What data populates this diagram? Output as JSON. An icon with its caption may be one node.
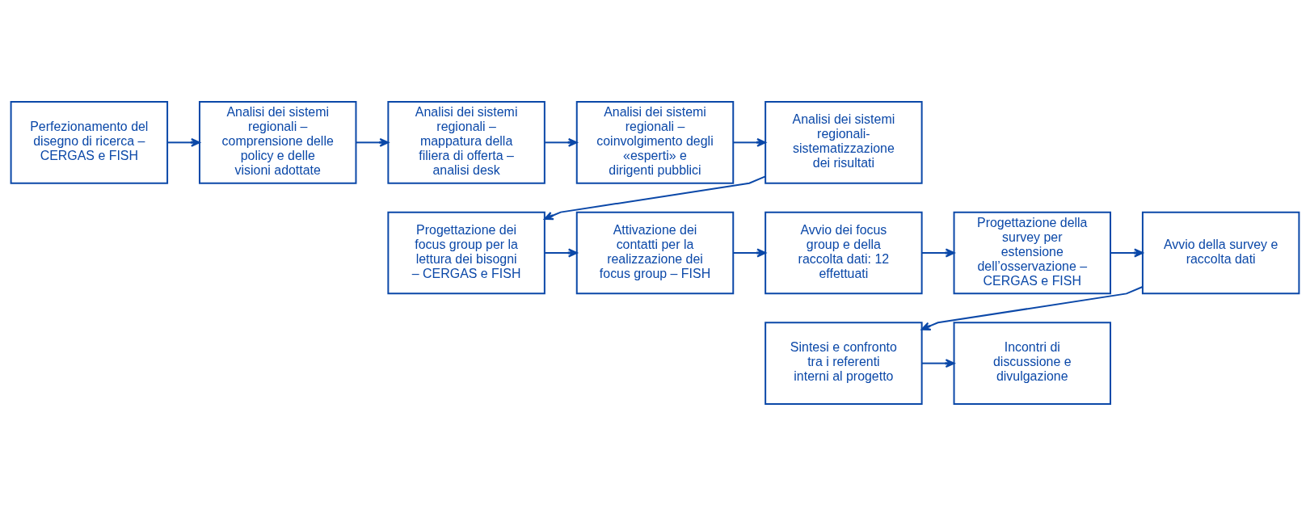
{
  "diagram": {
    "nodes": [
      {
        "text": [
          "Perfezionamento del disegno di ricerca – CERGAS e FISH"
        ]
      },
      {
        "text": [
          "Analisi dei sistemi regionali – comprensione delle policy e delle visioni adottate"
        ]
      },
      {
        "text": [
          "Analisi dei sistemi regionali – mappatura della filiera di offerta – analisi desk"
        ]
      },
      {
        "text": [
          "Analisi dei sistemi regionali – coinvolgimento degli «esperti» e dirigenti pubblici"
        ]
      },
      {
        "text": [
          "Analisi dei sistemi regionali-sistematizzazione dei risultati"
        ]
      },
      {
        "text": [
          "Progettazione dei focus group per la lettura dei bisogni – CERGAS e FISH"
        ]
      },
      {
        "text": [
          "Attivazione dei contatti per la realizzazione dei focus group – FISH"
        ]
      },
      {
        "text": [
          "Avvio dei focus group e della raccolta dati: 12 effettuati"
        ]
      },
      {
        "text": [
          "Progettazione della survey per estensione dell’osservazione – CERGAS e FISH"
        ]
      },
      {
        "text": [
          "Avvio della survey e raccolta dati"
        ]
      },
      {
        "text": [
          "Sintesi e confronto tra i referenti interni al progetto"
        ]
      },
      {
        "text": [
          "Incontri di discussione e divulgazione"
        ]
      }
    ],
    "edges": [
      {
        "from": 0,
        "to": 1,
        "arrow": "to"
      },
      {
        "from": 1,
        "to": 2,
        "arrow": "to"
      },
      {
        "from": 2,
        "to": 3,
        "arrow": "to"
      },
      {
        "from": 3,
        "to": 4,
        "arrow": "to"
      },
      {
        "from": 4,
        "to": 5,
        "arrow": "to"
      },
      {
        "from": 5,
        "to": 6,
        "arrow": "to"
      },
      {
        "from": 6,
        "to": 7,
        "arrow": "to"
      },
      {
        "from": 7,
        "to": 8,
        "arrow": "to"
      },
      {
        "from": 8,
        "to": 9,
        "arrow": "to"
      },
      {
        "from": 9,
        "to": 10,
        "arrow": "to"
      },
      {
        "from": 10,
        "to": 11,
        "arrow": "to"
      }
    ]
  }
}
